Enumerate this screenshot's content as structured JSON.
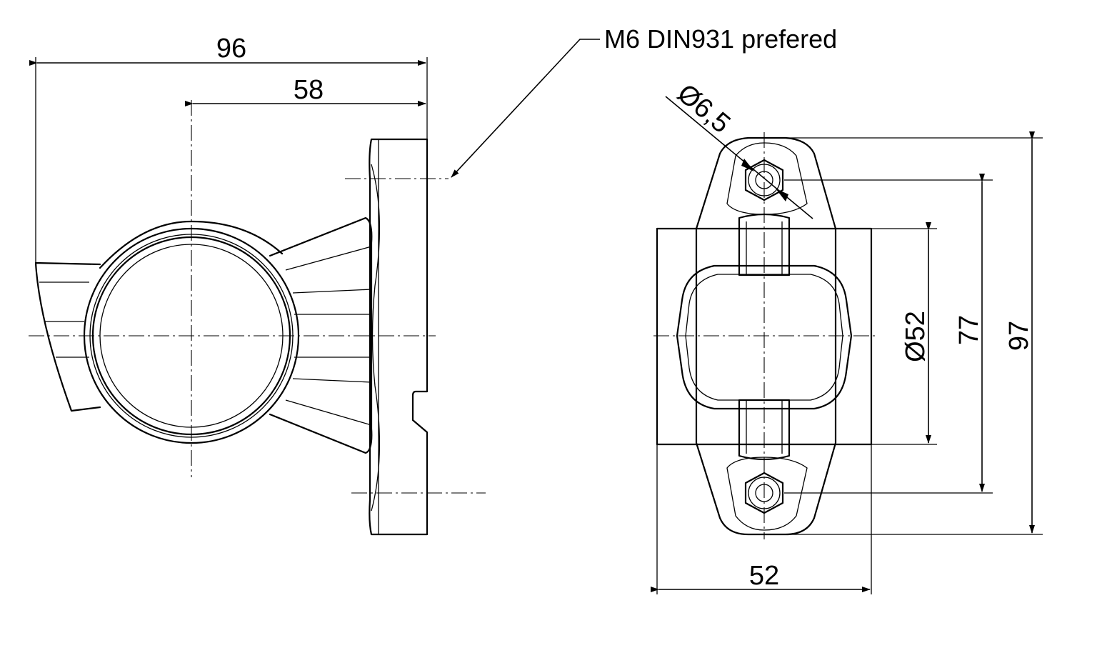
{
  "note": {
    "text": "M6 DIN931 prefered"
  },
  "side_view": {
    "dims": {
      "overall_width": "96",
      "axis_to_base": "58"
    }
  },
  "front_view": {
    "dims": {
      "hole_diameter": "Ø6,5",
      "lens_diameter": "Ø52",
      "hole_spacing": "77",
      "overall_height": "97",
      "base_width": "52"
    }
  }
}
